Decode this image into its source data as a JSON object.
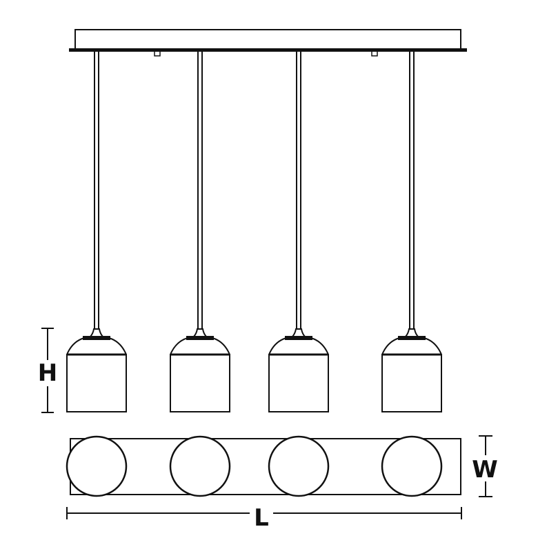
{
  "diagram": {
    "pendant_count": 4,
    "dimensions": {
      "height_label": "H",
      "width_label": "W",
      "length_label": "L"
    },
    "stroke_color": "#111111",
    "background": "#ffffff"
  }
}
